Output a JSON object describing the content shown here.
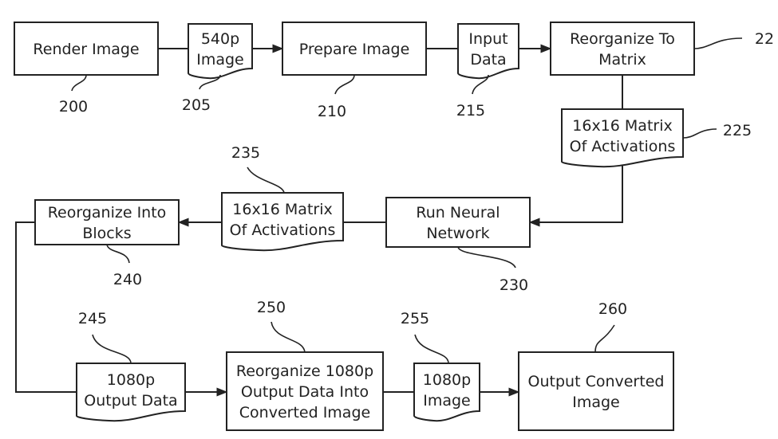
{
  "diagram": {
    "nodes": [
      {
        "id": "render-image",
        "shape": "process",
        "lines": [
          "Render Image"
        ],
        "ref": "200"
      },
      {
        "id": "540p-image",
        "shape": "document",
        "lines": [
          "540p",
          "Image"
        ],
        "ref": "205"
      },
      {
        "id": "prepare-image",
        "shape": "process",
        "lines": [
          "Prepare Image"
        ],
        "ref": "210"
      },
      {
        "id": "input-data",
        "shape": "document",
        "lines": [
          "Input",
          "Data"
        ],
        "ref": "215"
      },
      {
        "id": "reorganize-to-matrix",
        "shape": "process",
        "lines": [
          "Reorganize To",
          "Matrix"
        ],
        "ref": "22"
      },
      {
        "id": "matrix-activations-225",
        "shape": "document",
        "lines": [
          "16x16 Matrix",
          "Of Activations"
        ],
        "ref": "225"
      },
      {
        "id": "run-neural-network",
        "shape": "process",
        "lines": [
          "Run Neural",
          "Network"
        ],
        "ref": "230"
      },
      {
        "id": "matrix-activations-235",
        "shape": "document",
        "lines": [
          "16x16 Matrix",
          "Of Activations"
        ],
        "ref": "235"
      },
      {
        "id": "reorganize-into-blocks",
        "shape": "process",
        "lines": [
          "Reorganize Into",
          "Blocks"
        ],
        "ref": "240"
      },
      {
        "id": "1080p-output-data",
        "shape": "document",
        "lines": [
          "1080p",
          "Output Data"
        ],
        "ref": "245"
      },
      {
        "id": "reorganize-1080p",
        "shape": "process",
        "lines": [
          "Reorganize 1080p",
          "Output Data Into",
          "Converted Image"
        ],
        "ref": "250"
      },
      {
        "id": "1080p-image",
        "shape": "document",
        "lines": [
          "1080p",
          "Image"
        ],
        "ref": "255"
      },
      {
        "id": "output-converted-image",
        "shape": "process",
        "lines": [
          "Output Converted",
          "Image"
        ],
        "ref": "260"
      }
    ],
    "edges": [
      [
        "render-image",
        "540p-image"
      ],
      [
        "540p-image",
        "prepare-image"
      ],
      [
        "prepare-image",
        "input-data"
      ],
      [
        "input-data",
        "reorganize-to-matrix"
      ],
      [
        "reorganize-to-matrix",
        "matrix-activations-225"
      ],
      [
        "matrix-activations-225",
        "run-neural-network"
      ],
      [
        "run-neural-network",
        "matrix-activations-235"
      ],
      [
        "matrix-activations-235",
        "reorganize-into-blocks"
      ],
      [
        "reorganize-into-blocks",
        "1080p-output-data"
      ],
      [
        "1080p-output-data",
        "reorganize-1080p"
      ],
      [
        "reorganize-1080p",
        "1080p-image"
      ],
      [
        "1080p-image",
        "output-converted-image"
      ]
    ]
  }
}
